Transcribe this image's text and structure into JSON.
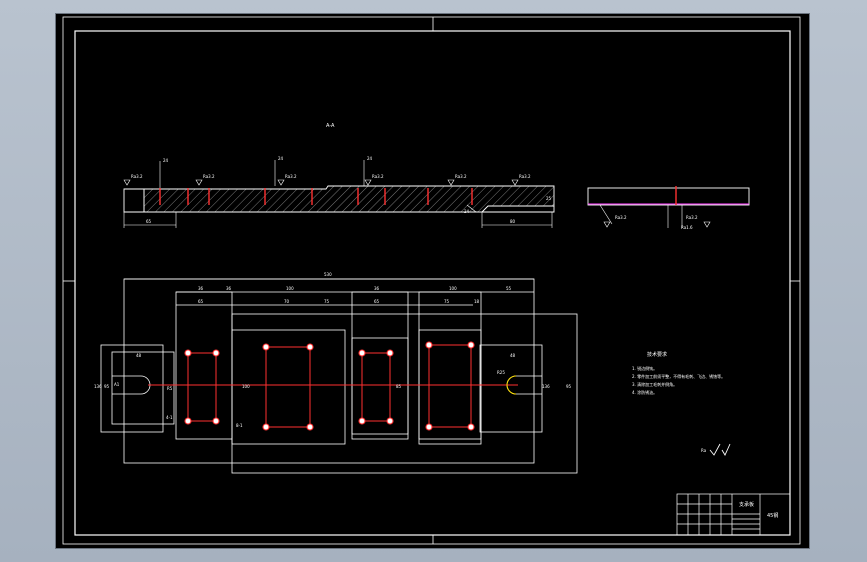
{
  "section_label": "A-A",
  "section_dims": {
    "left_base": "65",
    "right_base": "80",
    "end_height": "25",
    "heights": [
      "24",
      "24",
      "24",
      "24"
    ]
  },
  "roughness": {
    "r1": "Ra3.2",
    "r2": "Ra3.2",
    "r3": "Ra3.2",
    "r4": "Ra3.2",
    "r5": "Ra3.2",
    "r6": "Ra3.2",
    "side": "Ra3.2",
    "side2": "Ra3.2",
    "bottom": "Ra1.6"
  },
  "plan_dims": {
    "total": "530",
    "top_row": [
      "36",
      "36",
      "100",
      "36",
      "100",
      "55"
    ],
    "second_row": [
      "65",
      "70",
      "75",
      "65",
      "75",
      "18"
    ],
    "left_height": "136",
    "right_height": "136",
    "left_inner": "95",
    "right_inner": "95",
    "left_radius": "R5",
    "right_radius": "R25",
    "slot_width": "48",
    "slot_width_r": "48",
    "bolt_count": "8-1",
    "bolt_count2": "4-1",
    "label_a1": "A1",
    "mid1": "100",
    "mid2": "85"
  },
  "notes": {
    "heading": "技术要求",
    "lines": [
      "1. 锐边倒钝。",
      "2. 零件加工前须平整，不得有毛刺、飞边、锈蚀等。",
      "3. 清除加工毛刺并倒角。",
      "4. 涂防锈油。"
    ]
  },
  "title_block": {
    "name": "支承板",
    "material": "45钢"
  },
  "surface_symbol": "Ra"
}
